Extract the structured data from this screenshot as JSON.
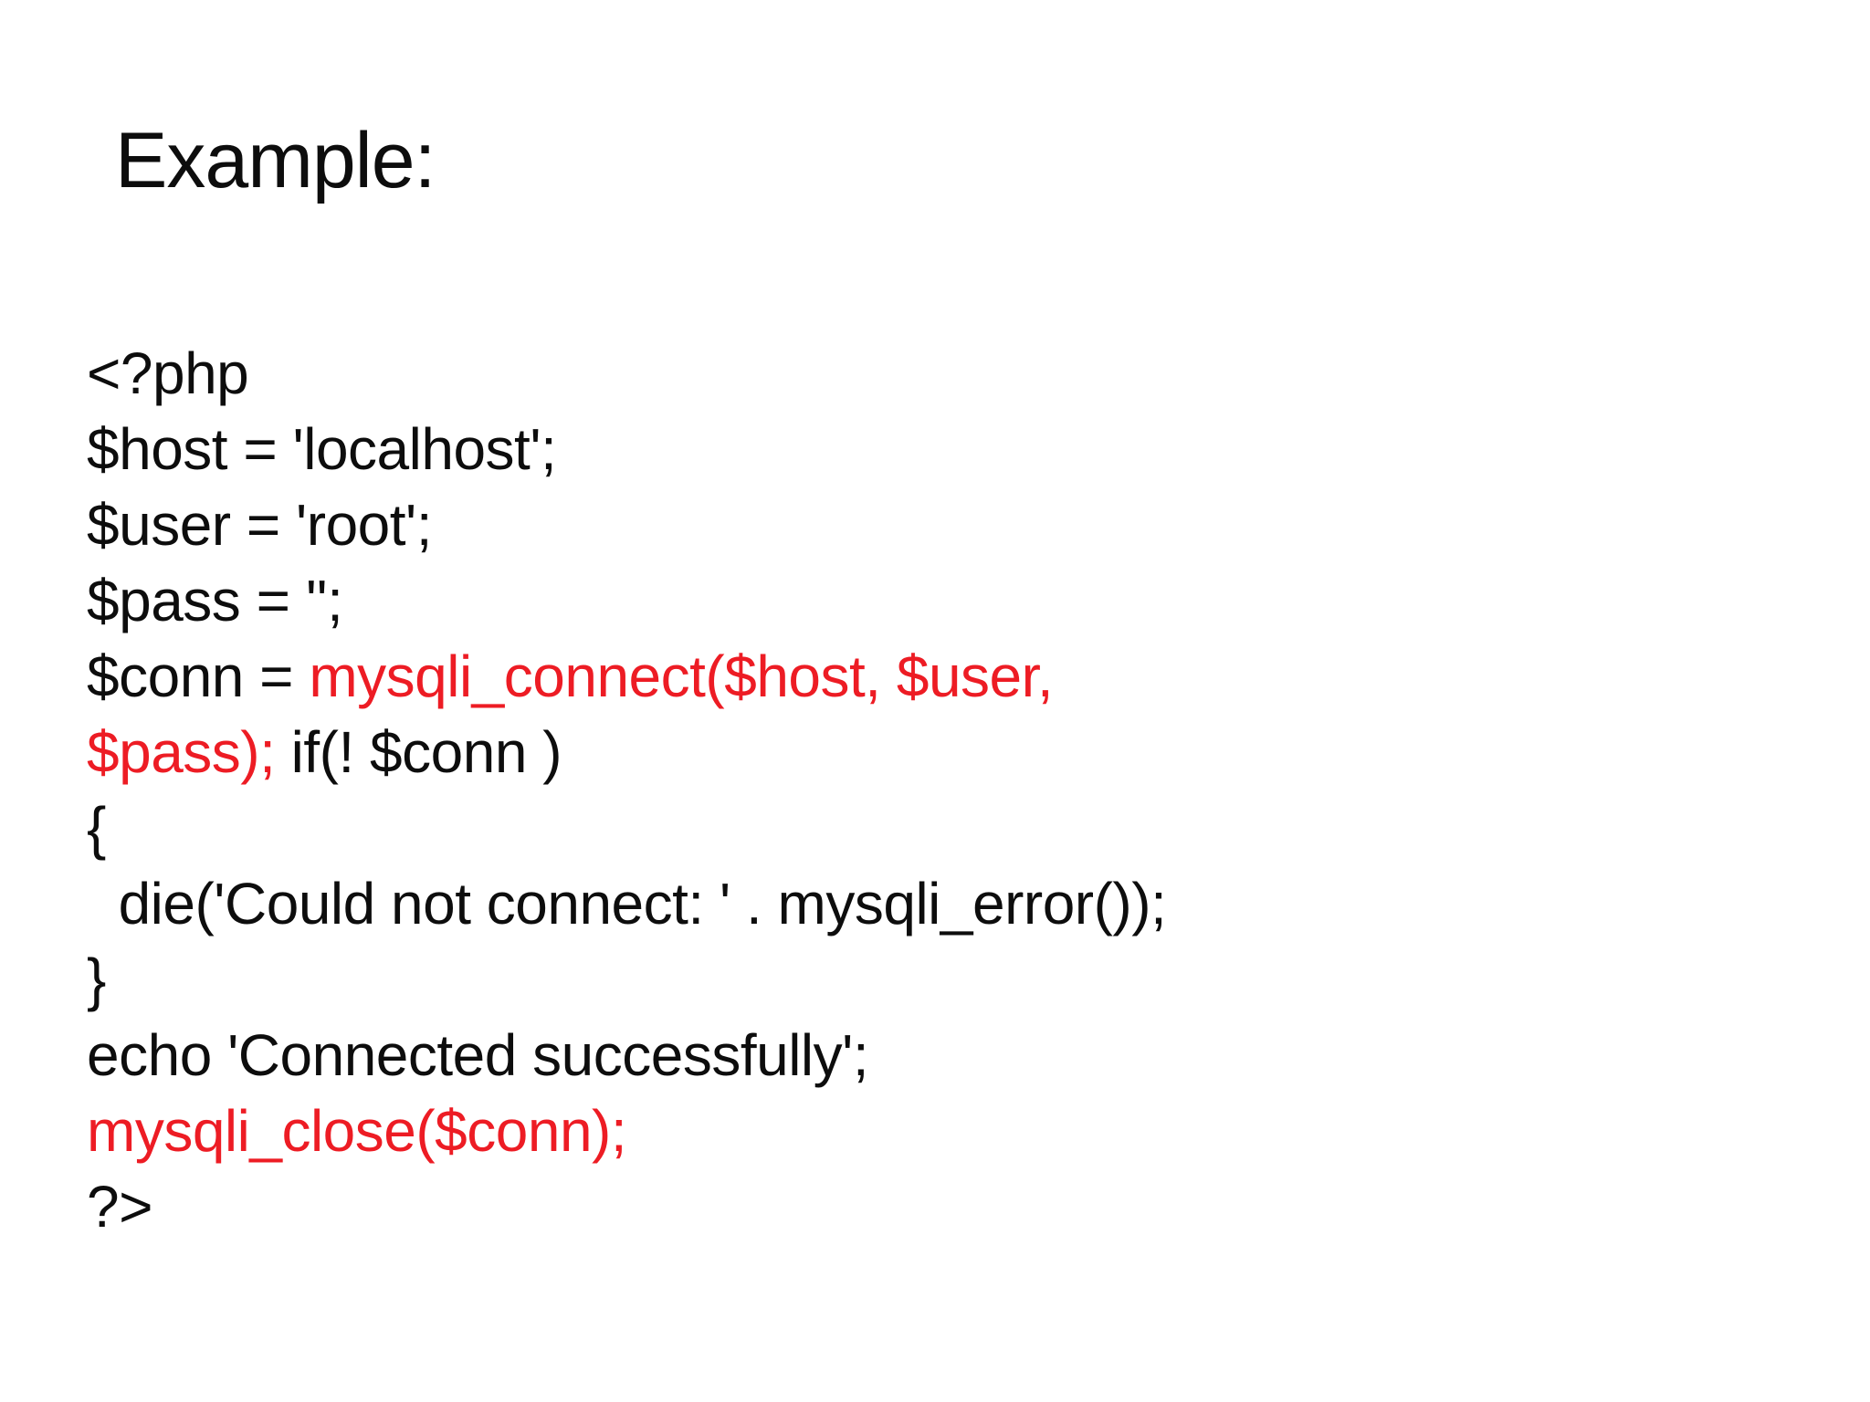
{
  "slide": {
    "title": "Example:",
    "colors": {
      "background": "#ffffff",
      "text": "#0d0d0d",
      "highlight": "#ed1c24"
    },
    "code_lines": [
      {
        "segments": [
          {
            "text": "<?php",
            "color": "text"
          }
        ]
      },
      {
        "segments": [
          {
            "text": "$host = 'localhost';",
            "color": "text"
          }
        ]
      },
      {
        "segments": [
          {
            "text": "$user = 'root';",
            "color": "text"
          }
        ]
      },
      {
        "segments": [
          {
            "text": "$pass = '';",
            "color": "text"
          }
        ]
      },
      {
        "segments": [
          {
            "text": "$conn = ",
            "color": "text"
          },
          {
            "text": "mysqli_connect($host, $user,",
            "color": "highlight"
          }
        ]
      },
      {
        "segments": [
          {
            "text": "$pass); ",
            "color": "highlight"
          },
          {
            "text": "if(! $conn )",
            "color": "text"
          }
        ]
      },
      {
        "segments": [
          {
            "text": "{",
            "color": "text"
          }
        ]
      },
      {
        "segments": [
          {
            "text": "  die('Could not connect: ' . mysqli_error());",
            "color": "text"
          }
        ]
      },
      {
        "segments": [
          {
            "text": "}",
            "color": "text"
          }
        ]
      },
      {
        "segments": [
          {
            "text": "echo 'Connected successfully';",
            "color": "text"
          }
        ]
      },
      {
        "segments": [
          {
            "text": "mysqli_close($conn);",
            "color": "highlight"
          }
        ]
      },
      {
        "segments": [
          {
            "text": "?>",
            "color": "text"
          }
        ]
      }
    ]
  }
}
